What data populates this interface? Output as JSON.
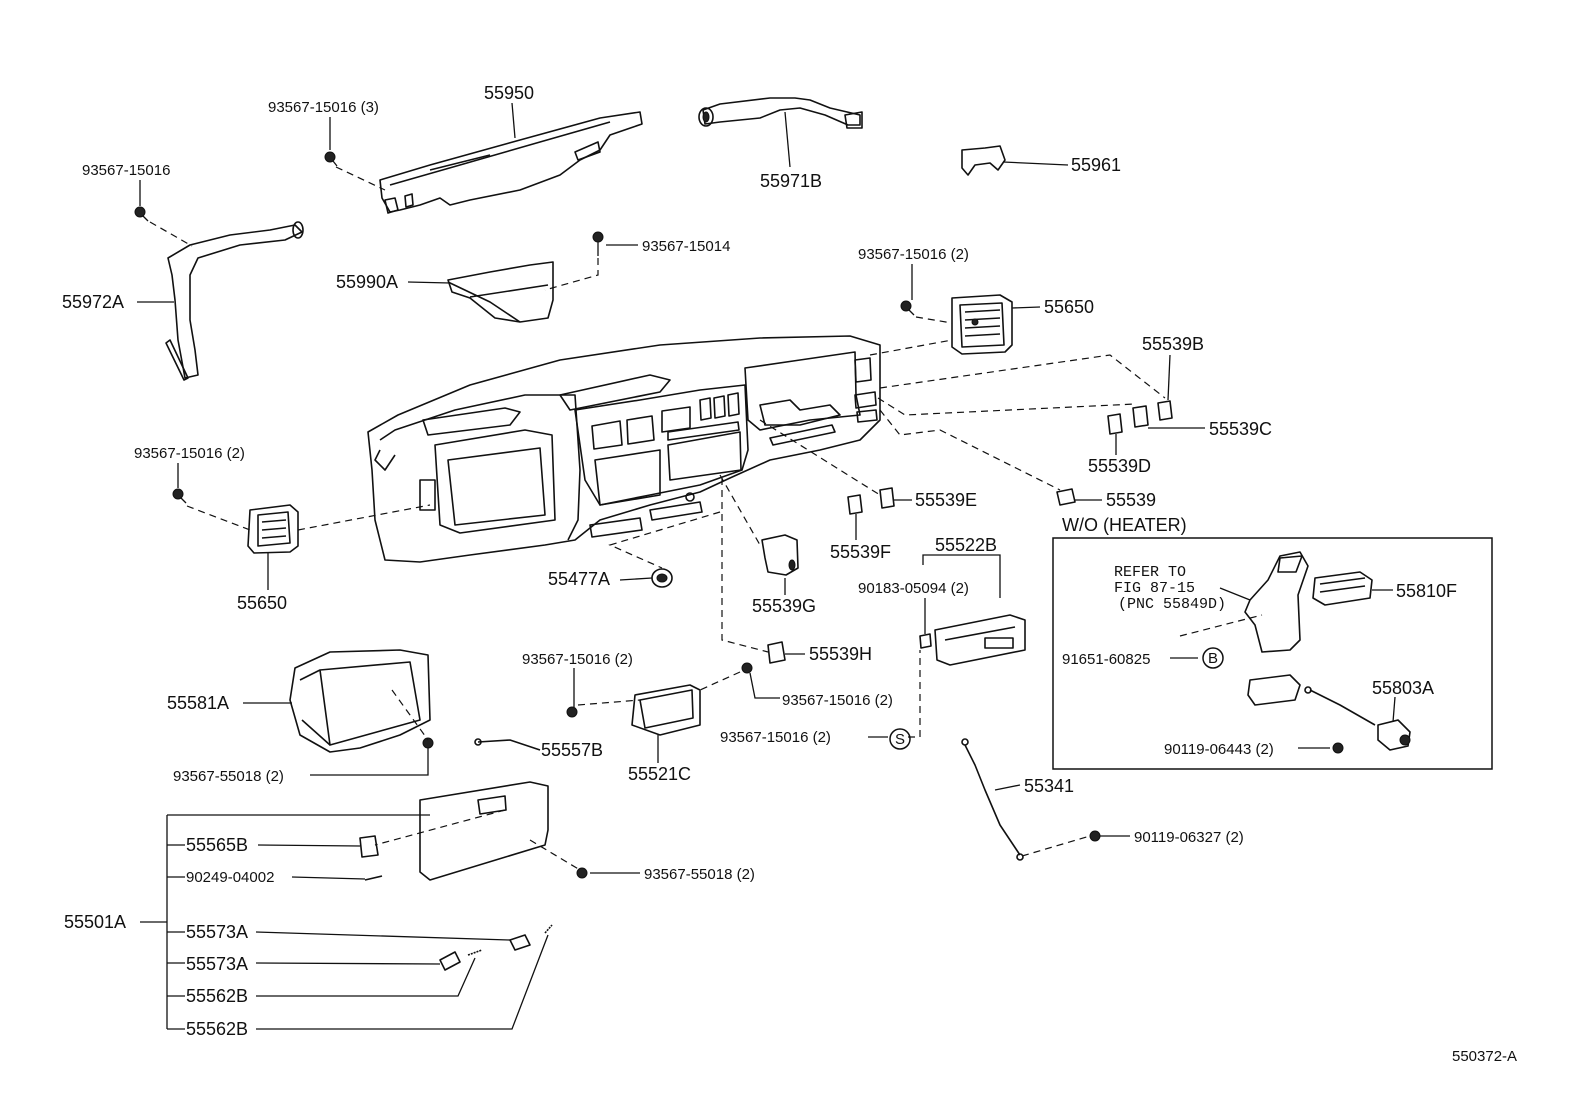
{
  "labels": {
    "p55950": "55950",
    "p93567_15016_3": "93567-15016 (3)",
    "p55971B": "55971B",
    "p55961": "55961",
    "p93567_15016_a": "93567-15016",
    "p93567_15014": "93567-15014",
    "p55972A": "55972A",
    "p55990A": "55990A",
    "p93567_15016_2a": "93567-15016 (2)",
    "p55650_r": "55650",
    "p55539B": "55539B",
    "p55539C": "55539C",
    "p55539D": "55539D",
    "p55539": "55539",
    "p93567_15016_2b": "93567-15016 (2)",
    "p55650_l": "55650",
    "p55539E": "55539E",
    "p55539F": "55539F",
    "p55522B": "55522B",
    "p55477A": "55477A",
    "p55539G": "55539G",
    "p90183_05094": "90183-05094 (2)",
    "p55539H": "55539H",
    "p93567_15016_2c": "93567-15016 (2)",
    "p93567_15016_2d": "93567-15016 (2)",
    "p93567_15016_2e": "93567-15016 (2)",
    "p55581A": "55581A",
    "p55557B": "55557B",
    "p55521C": "55521C",
    "p93567_55018_2a": "93567-55018 (2)",
    "p55341": "55341",
    "p90119_06327": "90119-06327 (2)",
    "p55565B": "55565B",
    "p90249_04002": "90249-04002",
    "p93567_55018_2b": "93567-55018 (2)",
    "p55501A": "55501A",
    "p55573A_1": "55573A",
    "p55573A_2": "55573A",
    "p55562B_1": "55562B",
    "p55562B_2": "55562B",
    "wo_heater": "W/O (HEATER)",
    "refer_1": "REFER TO",
    "refer_2": "FIG 87-15",
    "refer_3": "(PNC 55849D)",
    "p55810F": "55810F",
    "p91651_60825": "91651-60825",
    "p55803A": "55803A",
    "p90119_06443": "90119-06443 (2)",
    "mark_B": "B",
    "mark_S": "S",
    "figure_code": "550372-A"
  }
}
